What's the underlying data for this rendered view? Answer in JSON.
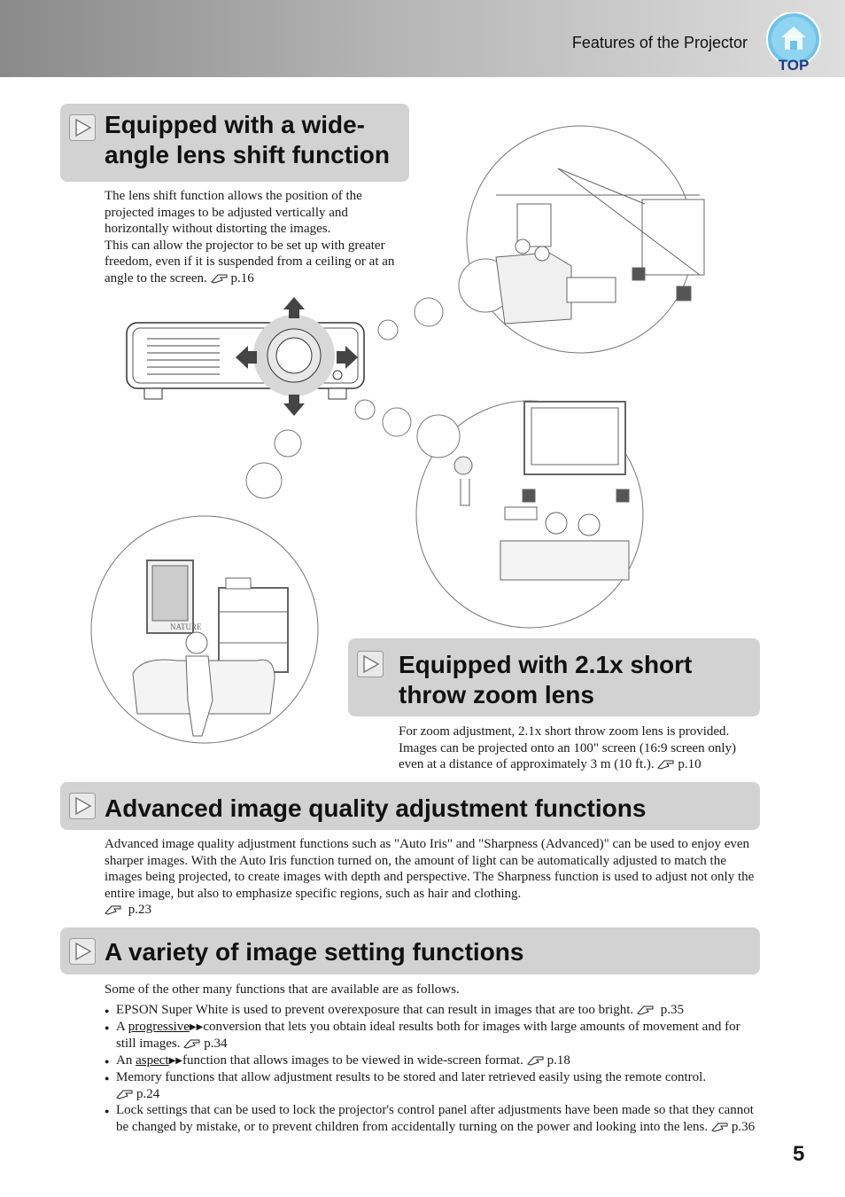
{
  "header": {
    "title": "Features of the Projector",
    "top_label": "TOP"
  },
  "sections": [
    {
      "title_line1": "Equipped with a wide-",
      "title_line2": "angle lens shift function",
      "body": "The lens shift function allows the position of the projected images to be adjusted vertically and horizontally without distorting the images.",
      "body2": "This can allow the projector to be set up with greater freedom, even if it is suspended from a ceiling or at an angle to the screen.",
      "ref": "p.16"
    },
    {
      "title_line1": "Equipped with 2.1x short",
      "title_line2": "throw zoom lens",
      "body": "For zoom adjustment, 2.1x short throw zoom lens is provided. Images can be projected onto an 100\" screen (16:9 screen only) even at a distance of approximately 3 m (10 ft.).",
      "ref": "p.10"
    },
    {
      "title": "Advanced image quality adjustment functions",
      "body": "Advanced image quality adjustment functions such as \"Auto Iris\" and \"Sharpness (Advanced)\" can be used to enjoy even sharper images. With the Auto Iris function turned on, the amount of light can be automatically adjusted to match the images being projected, to create images with depth and perspective. The Sharpness function is used to adjust not only the entire image, but also to emphasize specific regions, such as hair and clothing.",
      "ref": "p.23"
    },
    {
      "title": "A variety of image setting functions",
      "intro": "Some of the other many functions that are available are as follows.",
      "bullets": [
        {
          "text": "EPSON Super White is used to prevent overexposure that can result in images that are too bright.",
          "ref": "p.35"
        },
        {
          "pre": "A ",
          "link": "progressive",
          "post": "conversion that lets you obtain ideal results both for images with large amounts of movement and for still images.",
          "ref": "p.34"
        },
        {
          "pre": "An ",
          "link": "aspect",
          "post": "function that allows images to be viewed in wide-screen format.",
          "ref": "p.18"
        },
        {
          "text": "Memory functions that allow adjustment results to be stored and later retrieved easily using the remote control.",
          "ref": "p.24"
        },
        {
          "text": "Lock settings that can be used to lock the projector's control panel after adjustments have been made so that they cannot be changed by mistake, or to prevent children from accidentally turning on the power and looking into the lens.",
          "ref": "p.36"
        }
      ]
    }
  ],
  "illustration": {
    "poster_label": "NATURE"
  },
  "page_number": "5",
  "colors": {
    "section_bg": "#d2d2d2",
    "top_icon": "#6fc3e8",
    "top_text": "#1b3f8c"
  }
}
